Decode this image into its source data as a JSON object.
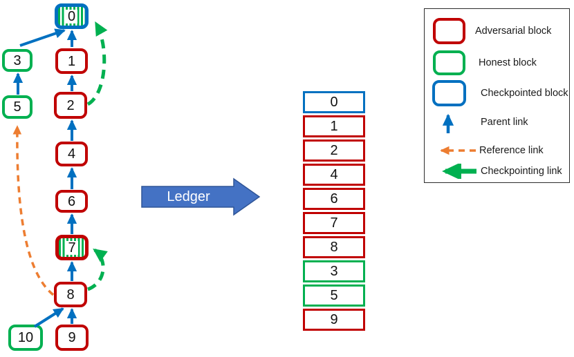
{
  "colors": {
    "adversarial_border": "#c00000",
    "honest_border": "#00b050",
    "checkpoint_border": "#0070c0",
    "checkpoint_stripe": "#00b050",
    "parent_link": "#0070c0",
    "reference_link": "#ed7d31",
    "checkpointing_link": "#00b050",
    "ledger_arrow_fill": "#4472c4",
    "ledger_arrow_text": "#ffffff"
  },
  "graph": {
    "blocks": [
      {
        "label": "0",
        "type": "checkpointed"
      },
      {
        "label": "1",
        "type": "adversarial"
      },
      {
        "label": "2",
        "type": "adversarial"
      },
      {
        "label": "3",
        "type": "honest"
      },
      {
        "label": "4",
        "type": "adversarial"
      },
      {
        "label": "5",
        "type": "honest"
      },
      {
        "label": "6",
        "type": "adversarial"
      },
      {
        "label": "7",
        "type": "checkpointed-adversarial"
      },
      {
        "label": "8",
        "type": "adversarial"
      },
      {
        "label": "9",
        "type": "adversarial"
      },
      {
        "label": "10",
        "type": "honest"
      }
    ],
    "parent_links": [
      "1→0",
      "3→0",
      "2→1",
      "5→3",
      "4→2",
      "6→4",
      "7→6",
      "8→7",
      "9→8",
      "10→8"
    ],
    "reference_links": [
      "8→5"
    ],
    "checkpointing_links": [
      "2→0",
      "8→7"
    ]
  },
  "ledger_arrow": {
    "label": "Ledger"
  },
  "ledger": {
    "cells": [
      {
        "label": "0",
        "type": "checkpointed"
      },
      {
        "label": "1",
        "type": "adversarial"
      },
      {
        "label": "2",
        "type": "adversarial"
      },
      {
        "label": "4",
        "type": "adversarial"
      },
      {
        "label": "6",
        "type": "adversarial"
      },
      {
        "label": "7",
        "type": "adversarial"
      },
      {
        "label": "8",
        "type": "adversarial"
      },
      {
        "label": "3",
        "type": "honest"
      },
      {
        "label": "5",
        "type": "honest"
      },
      {
        "label": "9",
        "type": "adversarial"
      }
    ]
  },
  "legend": {
    "items": [
      {
        "label": "Adversarial block"
      },
      {
        "label": "Honest block"
      },
      {
        "label": "Checkpointed block"
      },
      {
        "label": "Parent link"
      },
      {
        "label": "Reference link"
      },
      {
        "label": "Checkpointing link"
      }
    ]
  }
}
